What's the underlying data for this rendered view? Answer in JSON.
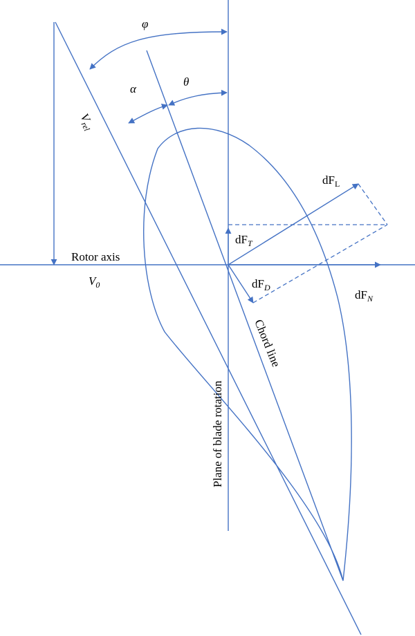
{
  "labels": {
    "phi": "φ",
    "alpha": "α",
    "theta": "θ",
    "v_rel_main": "V",
    "v_rel_sub": "rel",
    "rotor_axis": "Rotor axis",
    "v0_main": "V",
    "v0_sub": "0",
    "dft_main": "dF",
    "dft_sub": "T",
    "dfl_main": "dF",
    "dfl_sub": "L",
    "dfd_main": "dF",
    "dfd_sub": "D",
    "dfn_main": "dF",
    "dfn_sub": "N",
    "chord_line": "Chord line",
    "plane_rotation": "Plane of blade rotation"
  },
  "colors": {
    "line": "#4472c4",
    "text": "#000000"
  }
}
